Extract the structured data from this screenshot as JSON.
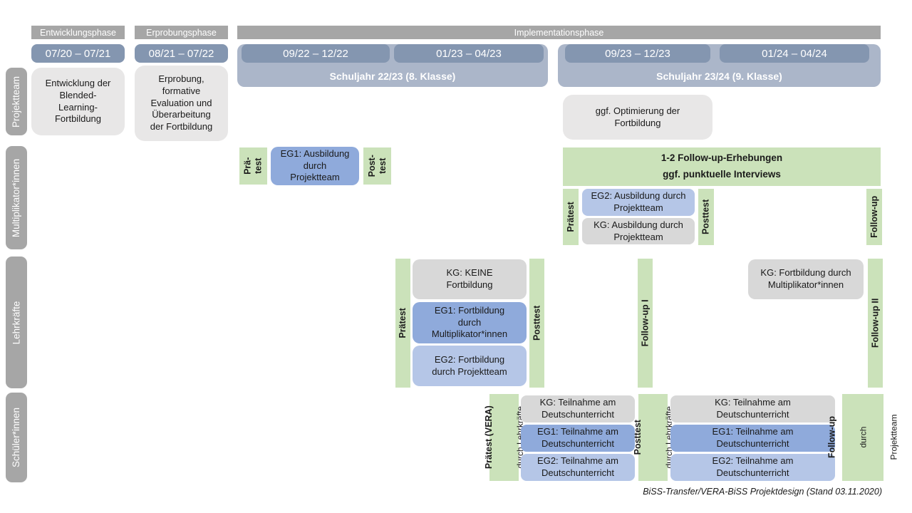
{
  "phases": {
    "entwicklung": "Entwicklungsphase",
    "erprobung": "Erprobungsphase",
    "implementation": "Implementationsphase"
  },
  "timeline": {
    "d1": "07/20 – 07/21",
    "d2": "08/21 – 07/22",
    "d3": "09/22 – 12/22",
    "d4": "01/23 – 04/23",
    "d5": "09/23 – 12/23",
    "d6": "01/24 – 04/24",
    "sy1": "Schuljahr 22/23 (8. Klasse)",
    "sy2": "Schuljahr 23/24 (9. Klasse)"
  },
  "sidebar": {
    "projektteam": "Projektteam",
    "multiplikatoren": "Multiplikator*innen",
    "lehrkraefte": "Lehrkräfte",
    "schueler": "Schüler*innen"
  },
  "projektteam": {
    "entwicklung": "Entwicklung der\nBlended-\nLearning-\nFortbildung",
    "erprobung": "Erprobung,\nformative\nEvaluation und\nÜberarbeitung\nder Fortbildung",
    "optimierung": "ggf. Optimierung der\nFortbildung"
  },
  "multiplikatoren": {
    "praetest1": "Prä-\ntest",
    "eg1": "EG1: Ausbildung\ndurch\nProjektteam",
    "posttest1": "Post-\ntest",
    "followup_box": "1-2 Follow-up-Erhebungen\nggf. punktuelle Interviews",
    "praetest2": "Prätest",
    "eg2": "EG2: Ausbildung durch\nProjektteam",
    "kg": "KG: Ausbildung durch\nProjektteam",
    "posttest2": "Posttest",
    "followup": "Follow-up"
  },
  "lehrkraefte": {
    "praetest": "Prätest",
    "kg": "KG: KEINE\nFortbildung",
    "eg1": "EG1: Fortbildung\ndurch\nMultiplikator*innen",
    "eg2": "EG2: Fortbildung\ndurch Projektteam",
    "posttest": "Posttest",
    "followup1": "Follow-up I",
    "kg2": "KG: Fortbildung durch\nMultiplikator*innen",
    "followup2": "Follow-up II"
  },
  "schueler": {
    "praetest_title": "Prätest (VERA)",
    "praetest_sub": "durch Lehrkräfte",
    "kg1": "KG: Teilnahme am\nDeutschunterricht",
    "eg1a": "EG1: Teilnahme am\nDeutschunterricht",
    "eg2a": "EG2: Teilnahme am\nDeutschunterricht",
    "posttest_title": "Posttest",
    "posttest_sub": "durch Lehrkräfte",
    "kg2": "KG: Teilnahme am\nDeutschunterricht",
    "eg1b": "EG1: Teilnahme am\nDeutschunterricht",
    "eg2b": "EG2: Teilnahme am\nDeutschunterricht",
    "followup_title": "Follow-up",
    "followup_sub1": "durch",
    "followup_sub2": "Projektteam"
  },
  "footer": "BiSS-Transfer/VERA-BiSS Projektdesign (Stand 03.11.2020)",
  "colors": {
    "phase_bar_gray": "#a6a6a6",
    "date_bar_blue": "#8496b0",
    "school_year_container": "#abb6c9",
    "project_box_gray": "#e8e7e7",
    "test_green": "#cbe2ba",
    "eg1_blue": "#8faadb",
    "eg2_blue": "#b5c6e7",
    "kg_gray": "#d8d8d8"
  }
}
